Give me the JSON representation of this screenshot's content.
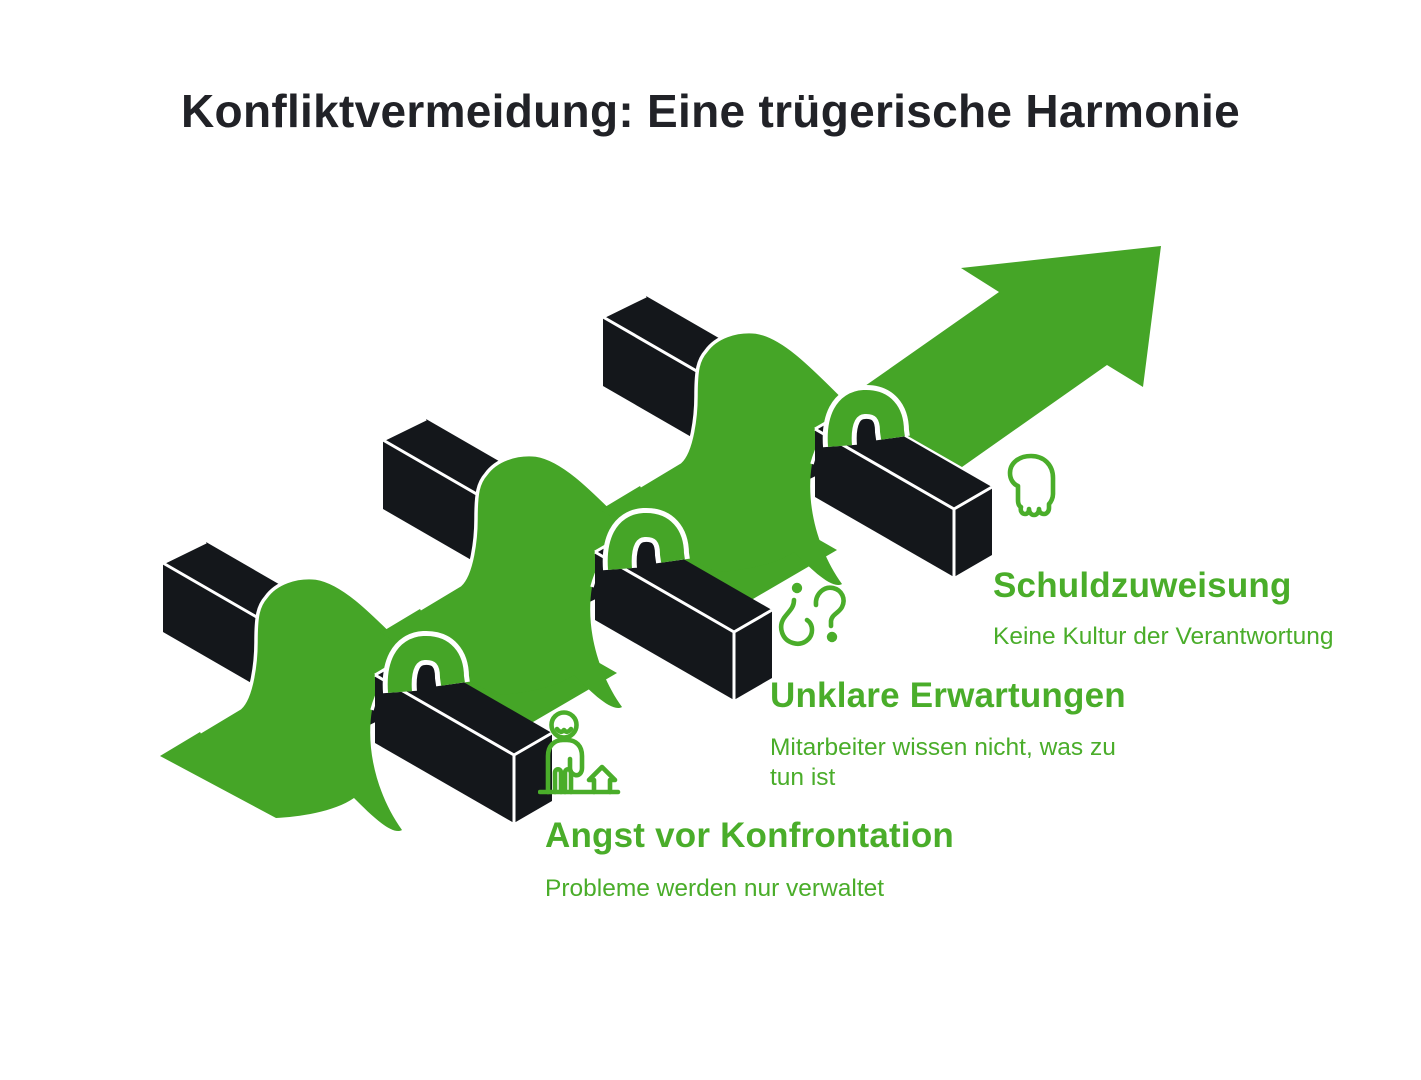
{
  "title": "Konfliktvermeidung: Eine trügerische Harmonie",
  "colors": {
    "ribbon_green": "#45a527",
    "text_green": "#4aad2a",
    "bar_black": "#14171b",
    "title_color": "#212227",
    "background": "#ffffff"
  },
  "illustration": {
    "name": "ribbon-weaving-over-obstacles-arrow",
    "obstacle_pairs": 3,
    "arrow_direction": "up-right"
  },
  "sections": [
    {
      "icon": "person-house-icon",
      "heading": "Angst vor Konfrontation",
      "body": "Probleme werden nur verwaltet"
    },
    {
      "icon": "question-marks-icon",
      "heading": "Unklare Erwartungen",
      "body": "Mitarbeiter wissen nicht, was zu tun ist"
    },
    {
      "icon": "blame-hand-icon",
      "heading": "Schuldzuweisung",
      "body": "Keine Kultur der Verantwortung"
    }
  ]
}
